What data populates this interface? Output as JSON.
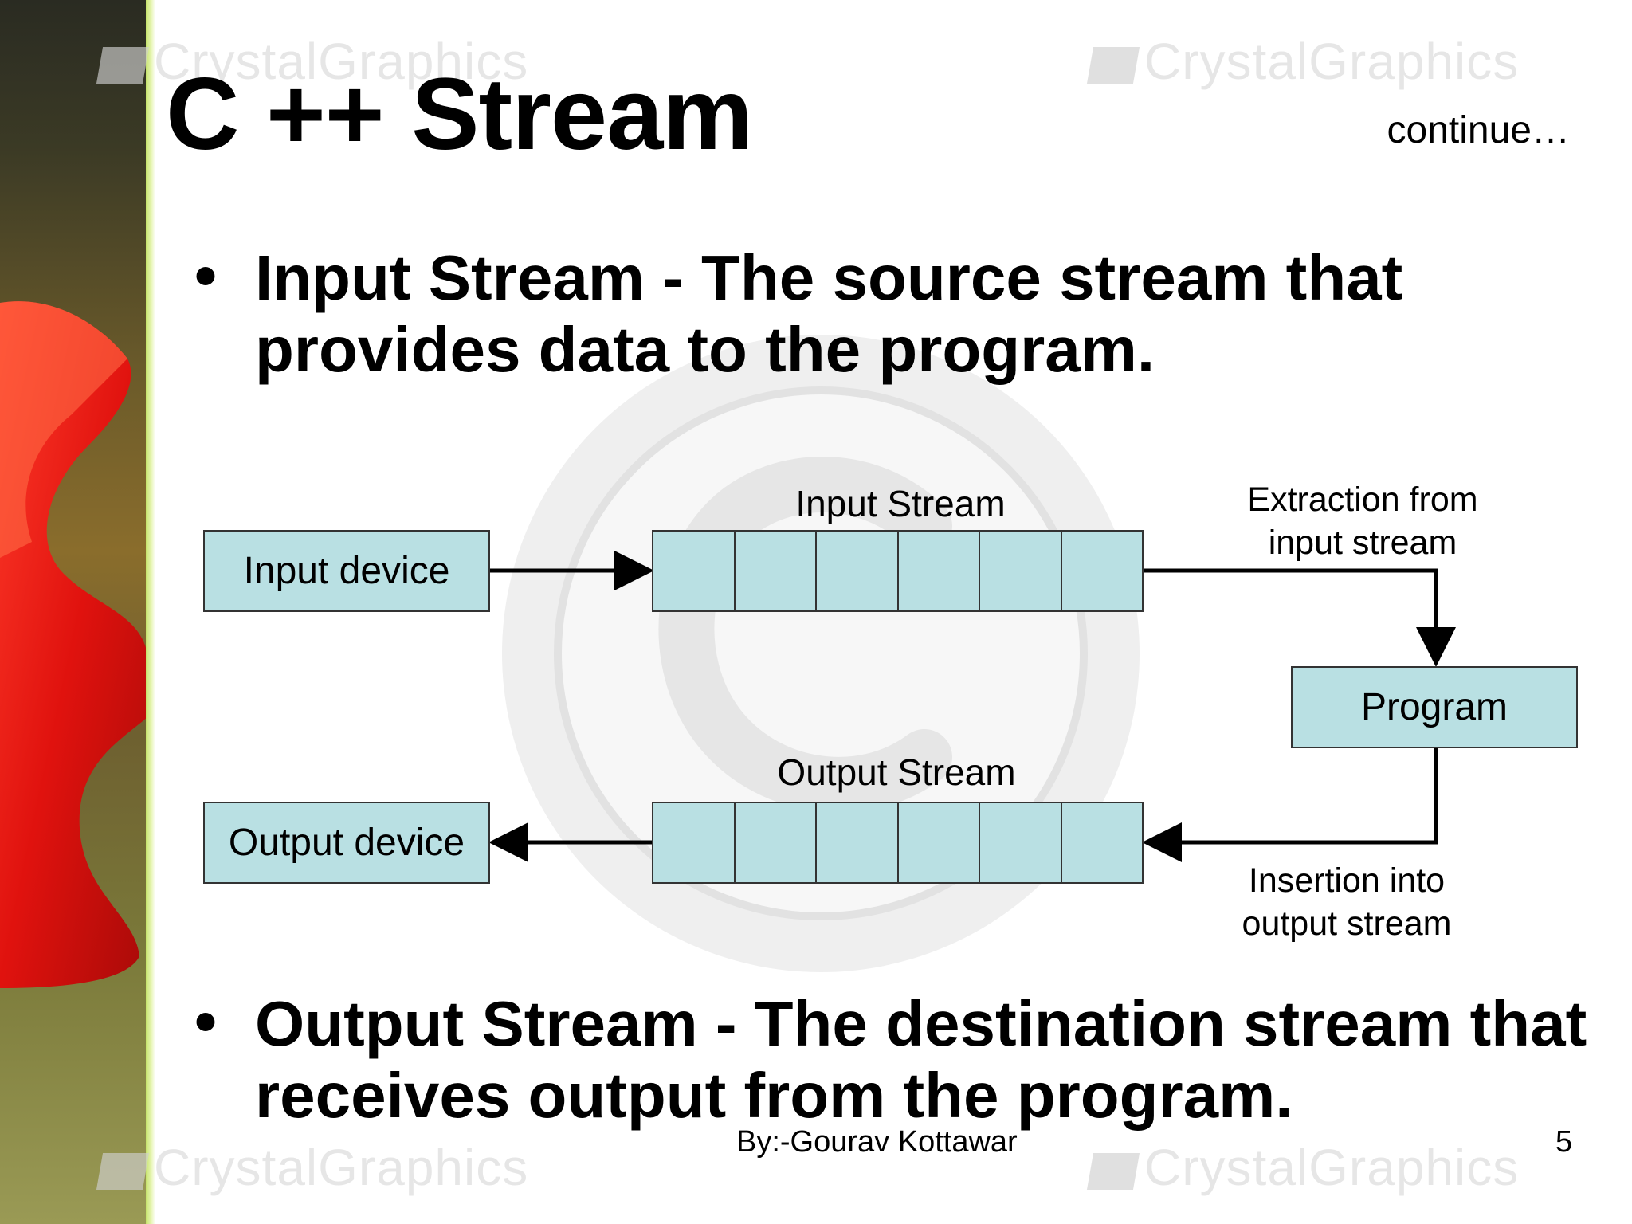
{
  "slide": {
    "title": "C ++ Stream",
    "continue_label": "continue…",
    "bullets": [
      "Input Stream - The source stream that provides data to the program.",
      "Output Stream - The destination stream that receives output from the program."
    ],
    "footer_author": "By:-Gourav Kottawar",
    "page_number": "5",
    "watermark_text": "CrystalGraphics"
  },
  "diagram": {
    "input_device": "Input device",
    "output_device": "Output device",
    "program": "Program",
    "input_stream_label": "Input Stream",
    "output_stream_label": "Output Stream",
    "extraction_label": [
      "Extraction from",
      "input stream"
    ],
    "insertion_label": [
      "Insertion into",
      "output stream"
    ],
    "cells_per_stream": 6,
    "box_color": "#b9e0e3"
  }
}
